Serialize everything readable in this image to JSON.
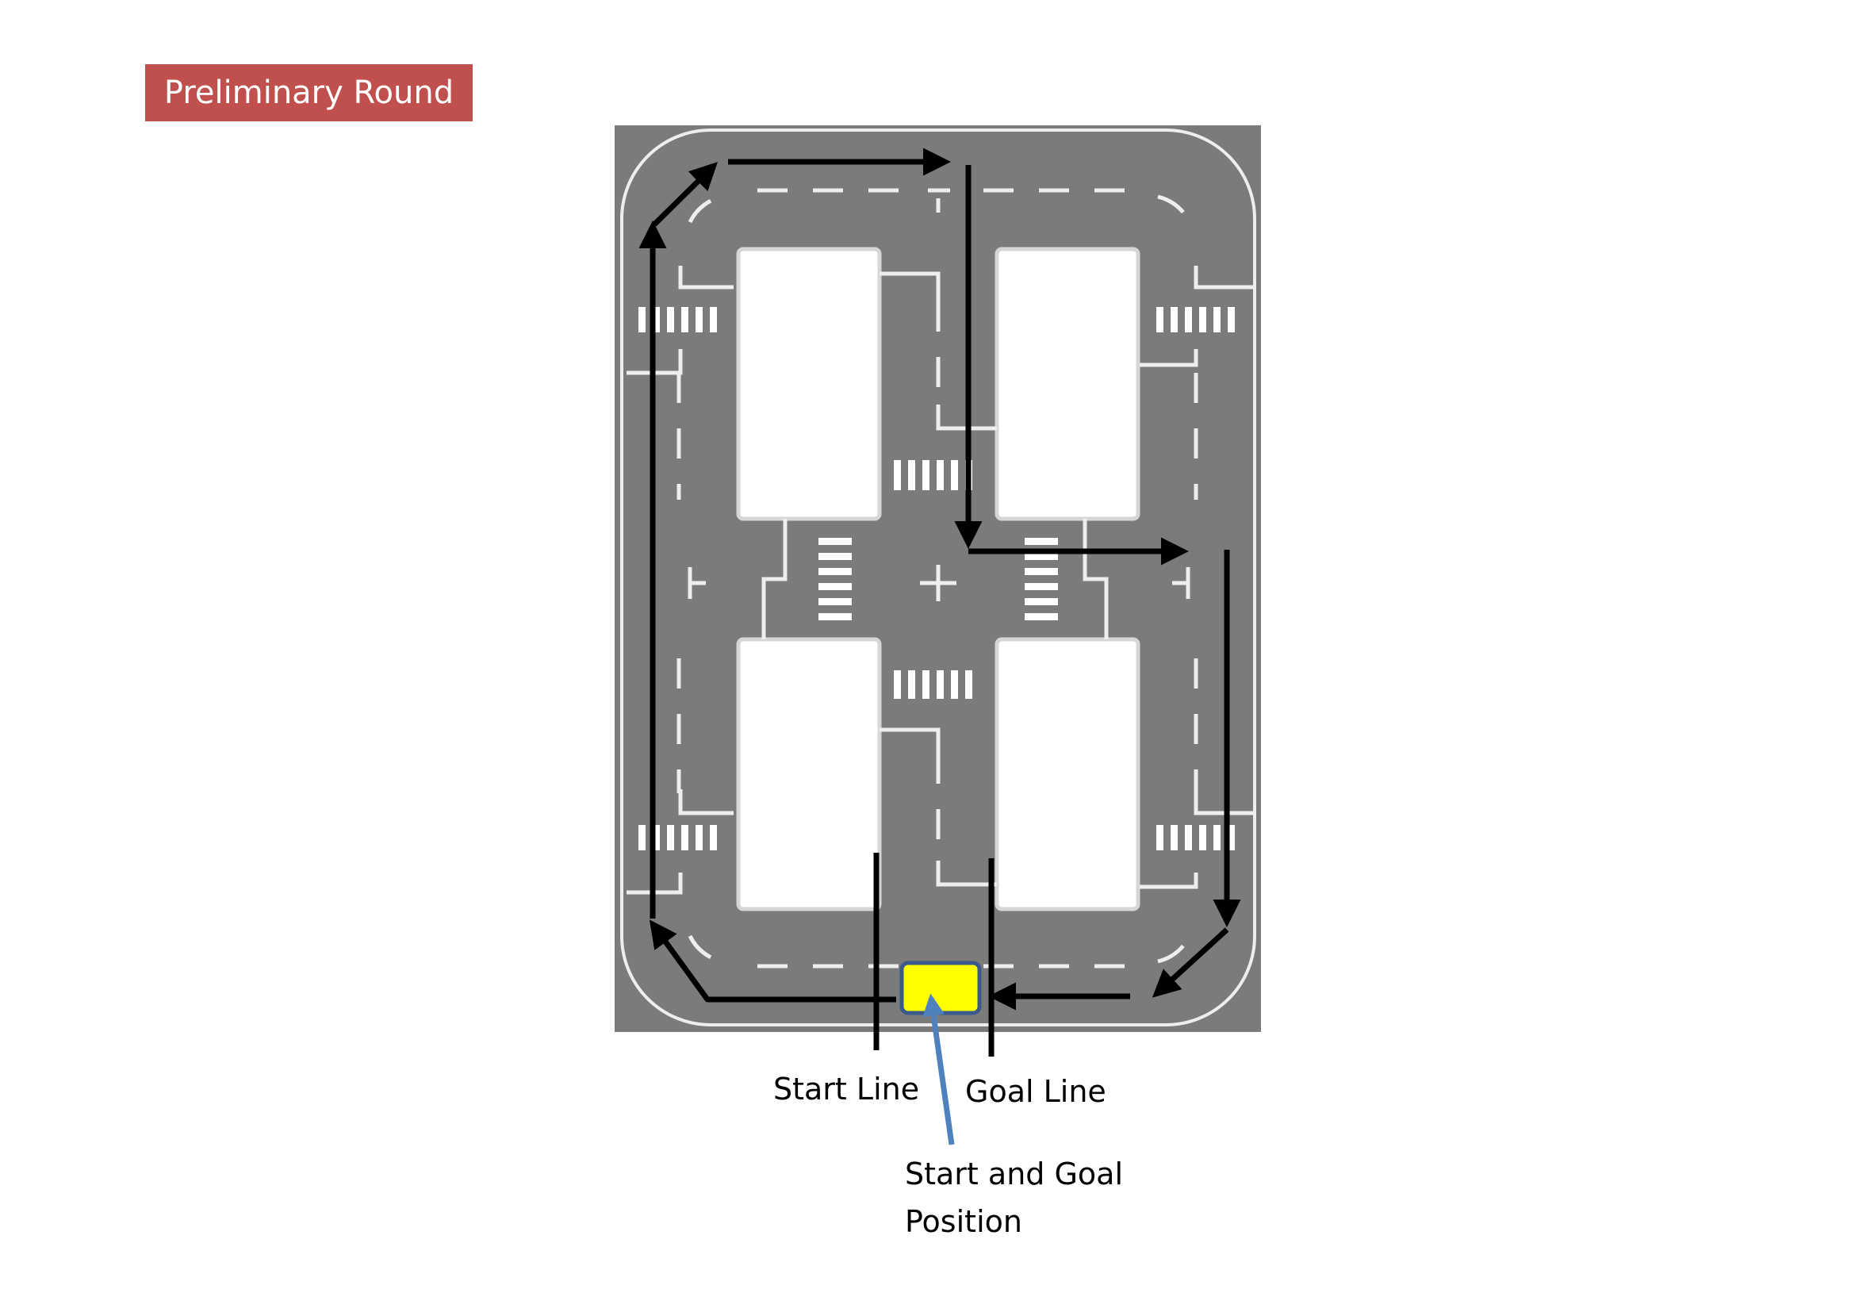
{
  "header": {
    "round_label": "Preliminary Round"
  },
  "labels": {
    "start_line": "Start Line",
    "goal_line": "Goal Line",
    "start_goal_position_line1": "Start and Goal",
    "start_goal_position_line2": "Position"
  },
  "colors": {
    "badge_bg": "#c0504d",
    "road": "#7b7b7b",
    "marking": "#ffffff",
    "route_arrow": "#000000",
    "start_box": "#ffff00",
    "pointer_arrow": "#4f81bd"
  }
}
